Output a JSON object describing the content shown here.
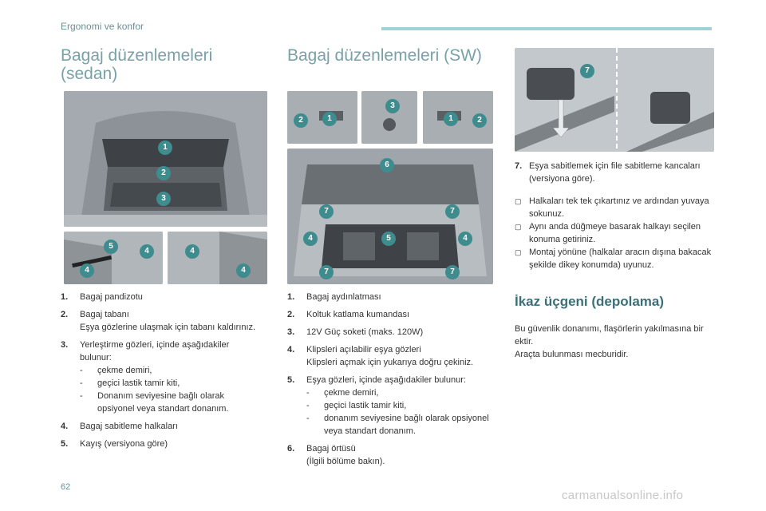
{
  "header": {
    "section": "Ergonomi ve konfor"
  },
  "sedan": {
    "title": "Bagaj düzenlemeleri (sedan)",
    "items": [
      {
        "num": "1.",
        "text": "Bagaj pandizotu",
        "sub": []
      },
      {
        "num": "2.",
        "text": "Bagaj tabanı\nEşya gözlerine ulaşmak için tabanı kaldırınız.",
        "sub": []
      },
      {
        "num": "3.",
        "text": "Yerleştirme gözleri, içinde aşağıdakiler bulunur:",
        "sub": [
          "çekme demiri,",
          "geçici lastik tamir kiti,",
          "Donanım seviyesine bağlı olarak opsiyonel veya standart donanım."
        ]
      },
      {
        "num": "4.",
        "text": "Bagaj sabitleme halkaları",
        "sub": []
      },
      {
        "num": "5.",
        "text": "Kayış (versiyona göre)",
        "sub": []
      }
    ]
  },
  "sw": {
    "title": "Bagaj düzenlemeleri (SW)",
    "items": [
      {
        "num": "1.",
        "text": "Bagaj aydınlatması",
        "sub": []
      },
      {
        "num": "2.",
        "text": "Koltuk katlama kumandası",
        "sub": []
      },
      {
        "num": "3.",
        "text": "12V Güç soketi (maks. 120W)",
        "sub": []
      },
      {
        "num": "4.",
        "text": "Klipsleri açılabilir eşya gözleri\nKlipsleri açmak için yukarıya doğru çekiniz.",
        "sub": []
      },
      {
        "num": "5.",
        "text": "Eşya gözleri, içinde aşağıdakiler bulunur:",
        "sub": [
          "çekme demiri,",
          "geçici lastik tamir kiti,",
          "donanım seviyesine bağlı olarak opsiyonel veya standart donanım."
        ]
      },
      {
        "num": "6.",
        "text": "Bagaj örtüsü\n(İlgili bölüme bakın).",
        "sub": []
      }
    ]
  },
  "item7": {
    "num": "7.",
    "text": "Eşya sabitlemek için file sabitleme kancaları (versiyona göre)."
  },
  "bullets": [
    "Halkaları tek tek çıkartınız ve ardından yuvaya sokunuz.",
    "Aynı anda düğmeye basarak halkayı seçilen konuma getiriniz.",
    "Montaj yönüne (halkalar aracın dışına bakacak şekilde dikey konumda) uyunuz."
  ],
  "warning": {
    "title": "İkaz üçgeni (depolama)",
    "text": "Bu güvenlik donanımı, flaşörlerin yakılmasına bir ektir.\nAraçta bulunması mecburidir."
  },
  "callouts": {
    "sedan_main": [
      "1",
      "2",
      "3"
    ],
    "sedan_small_left": [
      "5",
      "4",
      "4"
    ],
    "sedan_small_right": [
      "4",
      "4"
    ],
    "sw_top_left": [
      "2",
      "1"
    ],
    "sw_top_mid": [
      "3"
    ],
    "sw_top_right": [
      "1",
      "2"
    ],
    "sw_main": [
      "6",
      "7",
      "7",
      "4",
      "5",
      "4",
      "7",
      "7"
    ],
    "hook": [
      "7"
    ]
  },
  "page": {
    "number": "62"
  },
  "watermark": "carmanualsonline.info",
  "colors": {
    "accent": "#3f8c8e",
    "heading": "#7aa1a8",
    "bar": "#9ed2d6"
  }
}
